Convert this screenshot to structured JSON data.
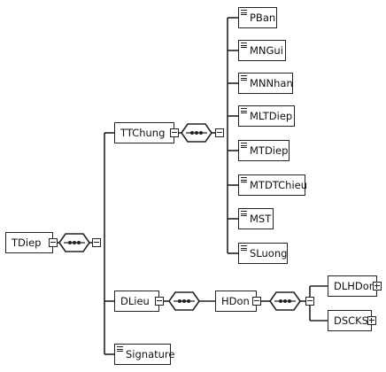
{
  "diagram": {
    "root": {
      "label": "TDiep",
      "collapsed": false
    },
    "ttchung": {
      "label": "TTChung",
      "collapsed": false,
      "children": [
        "PBan",
        "MNGui",
        "MNNhan",
        "MLTDiep",
        "MTDiep",
        "MTDTChieu",
        "MST",
        "SLuong"
      ]
    },
    "dlieu": {
      "label": "DLieu",
      "collapsed": false
    },
    "hdon": {
      "label": "HDon",
      "collapsed": false
    },
    "dlhdon": {
      "label": "DLHDon",
      "collapsed": true
    },
    "dscks": {
      "label": "DSCKS",
      "collapsed": true
    },
    "signature": {
      "label": "Signature"
    },
    "compositor_icon": "sequence-compositor-icon",
    "colors": {
      "stroke": "#222222",
      "background": "#ffffff"
    }
  }
}
